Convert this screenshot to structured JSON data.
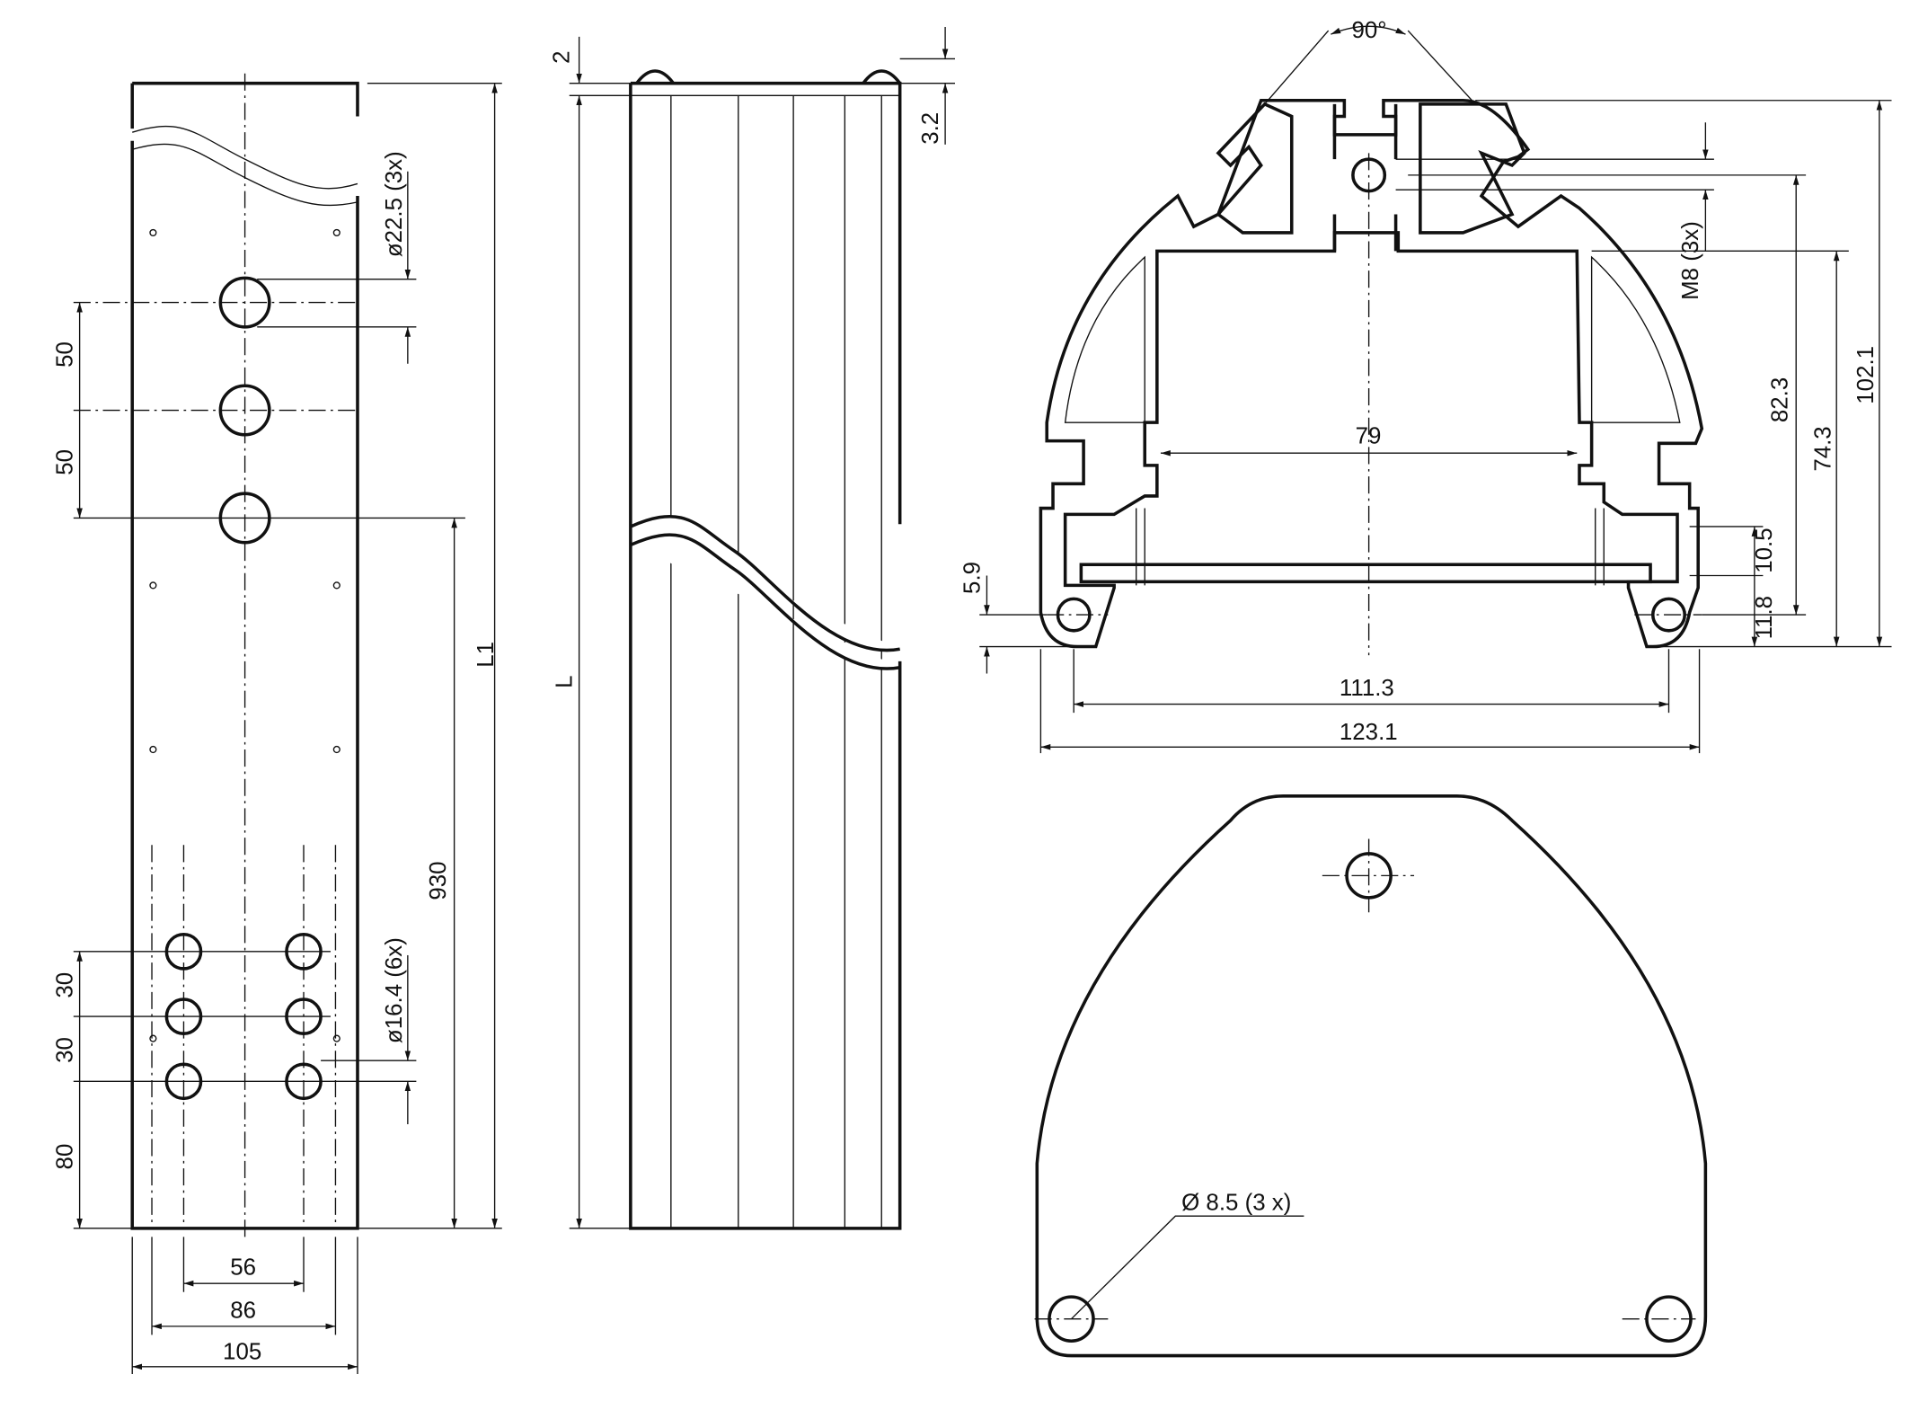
{
  "front_view": {
    "d_large_holes": "ø22.5 (3x)",
    "d_small_holes": "ø16.4 (6x)",
    "pitch_1": "50",
    "pitch_2": "50",
    "pitch_3": "30",
    "pitch_4": "30",
    "bottom_offset": "80",
    "height_930": "930",
    "length_L1": "L1",
    "width_56": "56",
    "width_86": "86",
    "width_105": "105"
  },
  "side_view": {
    "dim_2": "2",
    "dim_3_2": "3.2",
    "length_L": "L"
  },
  "profile_section": {
    "angle": "90°",
    "thread": "M8 (3x)",
    "dim_82_3": "82.3",
    "dim_74_3": "74.3",
    "dim_102_1": "102.1",
    "dim_79": "79",
    "dim_5_9": "5.9",
    "dim_10_5": "10.5",
    "dim_11_8": "11.8",
    "dim_111_3": "111.3",
    "dim_123_1": "123.1"
  },
  "end_plate": {
    "hole_label": "Ø 8.5 (3 x)"
  }
}
